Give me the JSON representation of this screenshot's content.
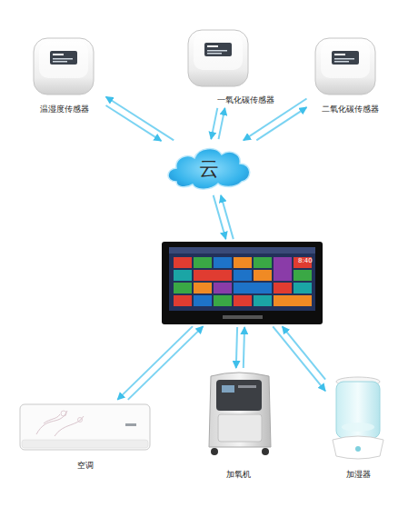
{
  "diagram": {
    "nodes": [
      {
        "text": [
          "温湿度传感器"
        ]
      },
      {
        "text": [
          "一氧化碳传感器"
        ]
      },
      {
        "text": [
          "二氧化碳传感器"
        ]
      },
      {
        "text": [
          "云"
        ]
      },
      {
        "text": [
          "8:40"
        ]
      },
      {
        "text": [
          "空调"
        ]
      },
      {
        "text": [
          "加氧机"
        ]
      },
      {
        "text": [
          "加湿器"
        ]
      }
    ],
    "edges": [
      {
        "from": 0,
        "to": 3,
        "arrow": "to"
      },
      {
        "from": 3,
        "to": 0,
        "arrow": "to"
      },
      {
        "from": 1,
        "to": 3,
        "arrow": "to"
      },
      {
        "from": 3,
        "to": 1,
        "arrow": "to"
      },
      {
        "from": 2,
        "to": 3,
        "arrow": "to"
      },
      {
        "from": 3,
        "to": 2,
        "arrow": "to"
      },
      {
        "from": 3,
        "to": 4,
        "arrow": "to"
      },
      {
        "from": 4,
        "to": 3,
        "arrow": "to"
      },
      {
        "from": 4,
        "to": 5,
        "arrow": "to"
      },
      {
        "from": 5,
        "to": 4,
        "arrow": "to"
      },
      {
        "from": 4,
        "to": 6,
        "arrow": "to"
      },
      {
        "from": 6,
        "to": 4,
        "arrow": "to"
      },
      {
        "from": 4,
        "to": 7,
        "arrow": "to"
      },
      {
        "from": 7,
        "to": 4,
        "arrow": "to"
      }
    ]
  }
}
